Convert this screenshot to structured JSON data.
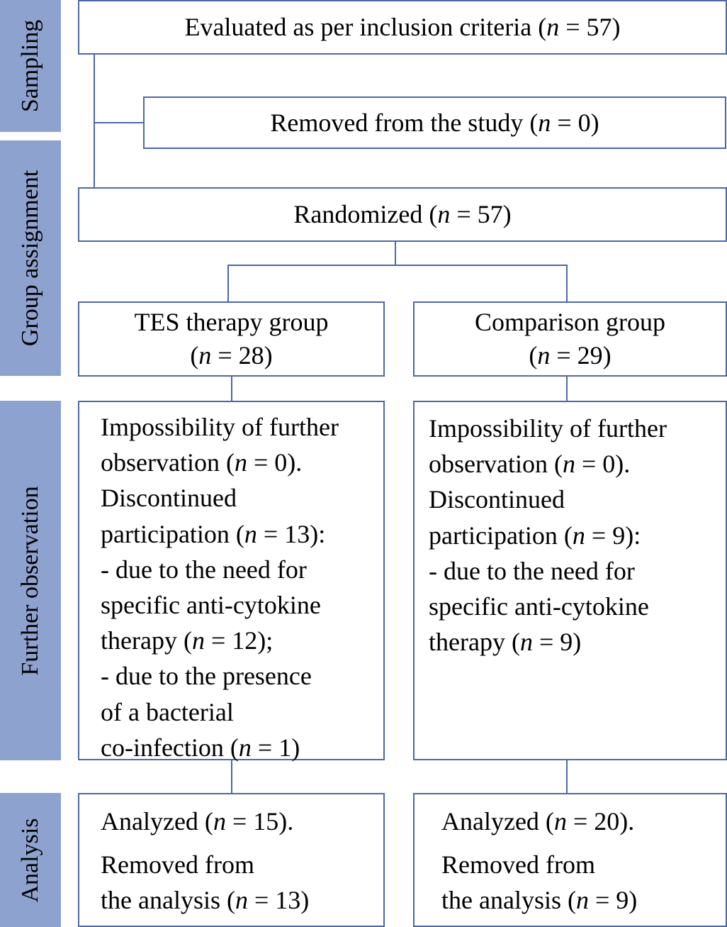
{
  "phases": {
    "sampling": "Sampling",
    "group_assignment": "Group assignment",
    "further_observation": "Further observation",
    "analysis": "Analysis"
  },
  "boxes": {
    "evaluated": {
      "pre": "Evaluated as per inclusion criteria (",
      "n": "n",
      "post": " = 57)"
    },
    "removed": {
      "pre": "Removed from the study (",
      "n": "n",
      "post": " = 0)"
    },
    "randomized": {
      "pre": "Randomized (",
      "n": "n",
      "post": " = 57)"
    },
    "tes_group": {
      "title": "TES therapy group",
      "pre": "(",
      "n": "n",
      "post": " = 28)"
    },
    "comparison_group": {
      "title": "Comparison group",
      "pre": "(",
      "n": "n",
      "post": " = 29)"
    }
  },
  "observation": {
    "left": [
      {
        "text": "Impossibility of further"
      },
      {
        "pre": "observation  (",
        "n": "n",
        "post": " = 0)."
      },
      {
        "text": "Discontinued"
      },
      {
        "pre": "participation (",
        "n": "n",
        "post": " = 13):"
      },
      {
        "text": "- due to the need for"
      },
      {
        "text": "specific anti-cytokine"
      },
      {
        "pre": "therapy (",
        "n": "n",
        "post": " = 12);"
      },
      {
        "text": "- due to the presence"
      },
      {
        "text": "of a bacterial"
      },
      {
        "pre": "co-infection (",
        "n": "n",
        "post": " = 1)"
      }
    ],
    "right": [
      {
        "text": "Impossibility of further"
      },
      {
        "pre": "observation  (",
        "n": "n",
        "post": " = 0)."
      },
      {
        "text": "Discontinued"
      },
      {
        "pre": "participation (",
        "n": "n",
        "post": " = 9):"
      },
      {
        "text": "- due to the need for"
      },
      {
        "text": "specific anti-cytokine"
      },
      {
        "pre": "therapy (",
        "n": "n",
        "post": " = 9)"
      }
    ]
  },
  "analysis": {
    "left": {
      "analyzed": {
        "pre": "Analyzed (",
        "n": "n",
        "post": " = 15)."
      },
      "removed_1": "Removed from",
      "removed_2": {
        "pre": "the analysis (",
        "n": "n",
        "post": " = 13)"
      }
    },
    "right": {
      "analyzed": {
        "pre": "Analyzed (",
        "n": "n",
        "post": " = 20)."
      },
      "removed_1": "Removed from",
      "removed_2": {
        "pre": "the analysis (",
        "n": "n",
        "post": " = 9)"
      }
    }
  },
  "colors": {
    "phase_bar": "#8ea2cf",
    "box_border": "#4d68a8",
    "connector": "#4d68a8"
  }
}
